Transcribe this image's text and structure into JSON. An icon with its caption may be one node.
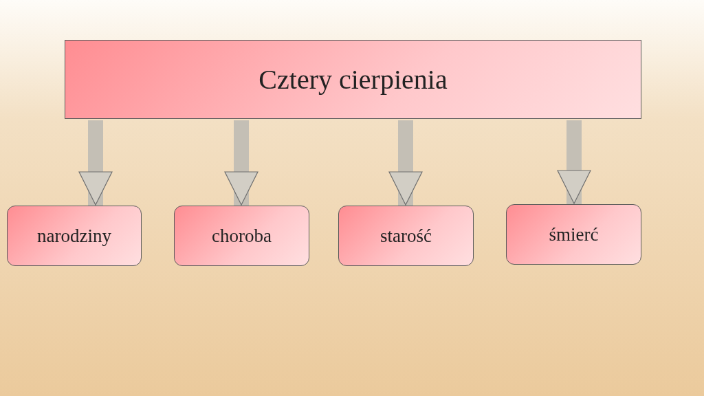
{
  "diagram": {
    "nodes": [
      {
        "text": [
          "Cztery cierpienia"
        ]
      },
      {
        "text": [
          "narodziny"
        ]
      },
      {
        "text": [
          "choroba"
        ]
      },
      {
        "text": [
          "starość"
        ]
      },
      {
        "text": [
          "śmierć"
        ]
      }
    ],
    "edges": [
      {
        "from": 0,
        "to": 1,
        "arrow": "to"
      },
      {
        "from": 0,
        "to": 2,
        "arrow": "to"
      },
      {
        "from": 0,
        "to": 3,
        "arrow": "to"
      },
      {
        "from": 0,
        "to": 4,
        "arrow": "to"
      }
    ]
  }
}
